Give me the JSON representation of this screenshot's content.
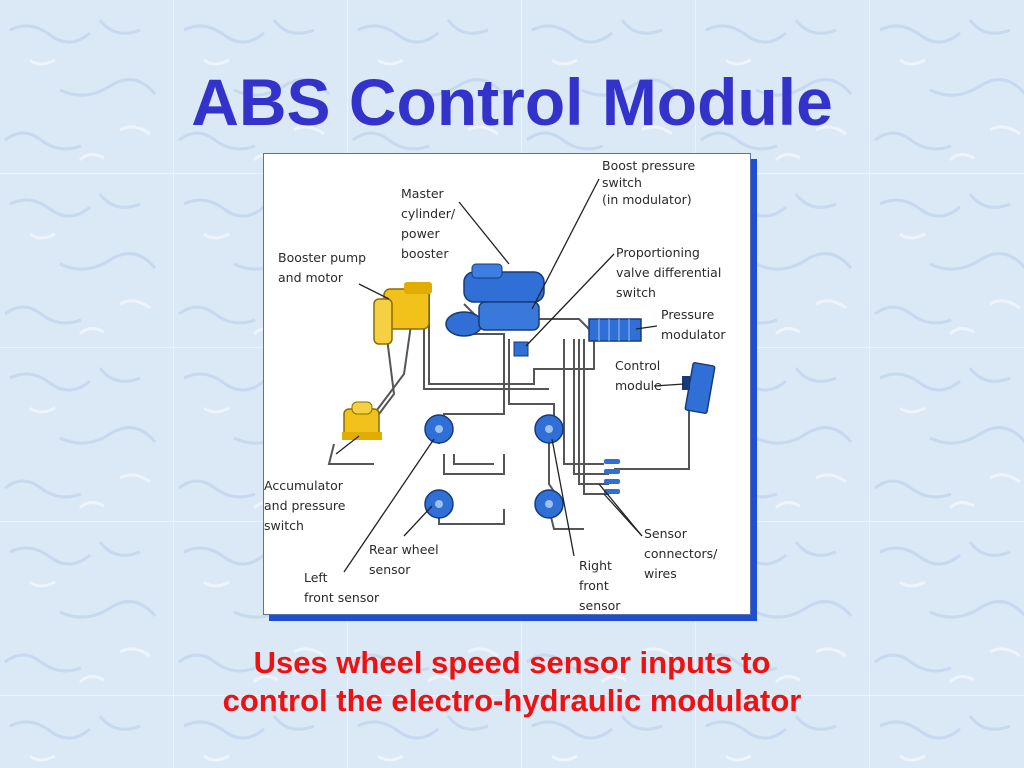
{
  "slide": {
    "title": "ABS Control Module",
    "caption_lines": [
      "Uses wheel speed sensor inputs to",
      "control the electro-hydraulic modulator"
    ]
  },
  "diagram": {
    "labels": {
      "boost_pressure_switch": [
        "Boost pressure",
        "switch",
        "(in modulator)"
      ],
      "master_cylinder": [
        "Master",
        "cylinder/",
        "power",
        "booster"
      ],
      "booster_pump": [
        "Booster pump",
        "and motor"
      ],
      "proportioning_valve": [
        "Proportioning",
        "valve differential",
        "switch"
      ],
      "pressure_modulator": [
        "Pressure",
        "modulator"
      ],
      "control_module": [
        "Control",
        "module"
      ],
      "accumulator": [
        "Accumulator",
        "and pressure",
        "switch"
      ],
      "rear_wheel_sensor": [
        "Rear wheel",
        "sensor"
      ],
      "left_front_sensor": [
        "Left",
        "front sensor"
      ],
      "right_front_sensor": [
        "Right",
        "front",
        "sensor"
      ],
      "sensor_connectors": [
        "Sensor",
        "connectors/",
        "wires"
      ]
    },
    "colors": {
      "component_blue": "#2f6fd6",
      "component_yellow": "#f2c21a",
      "line_gray": "#555555"
    }
  }
}
